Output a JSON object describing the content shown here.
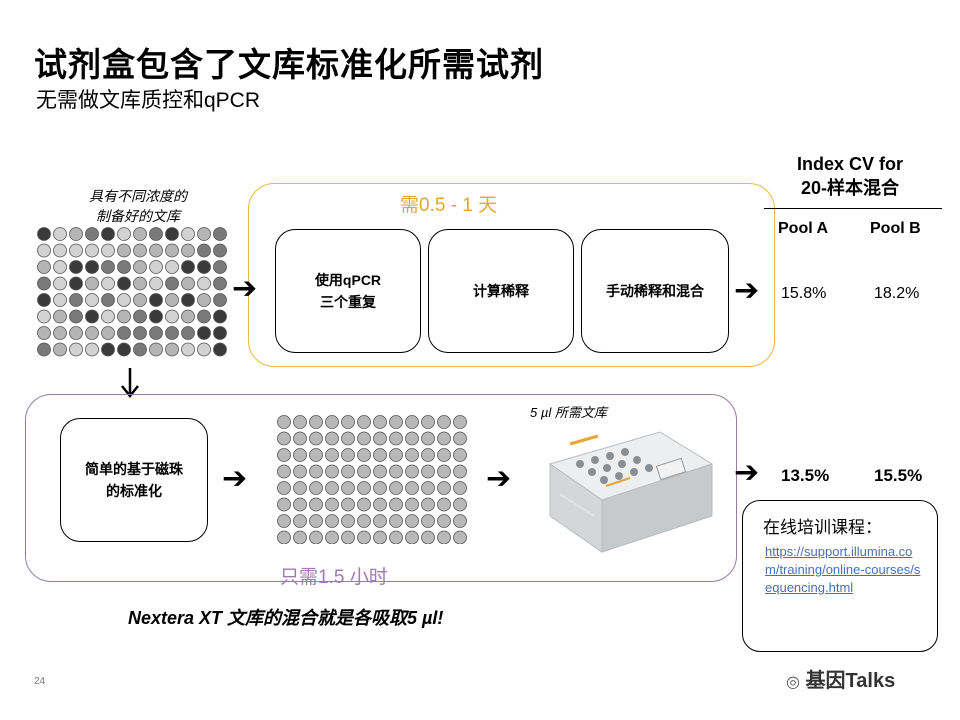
{
  "title": "试剂盒包含了文库标准化所需试剂",
  "subtitle": "无需做文库质控和qPCR",
  "source_label": [
    "具有不同浓度的",
    "制备好的文库"
  ],
  "top_flow": {
    "time": "需0.5 - 1 天",
    "steps": [
      "使用qPCR\n三个重复",
      "计算稀释",
      "手动稀释和混合"
    ]
  },
  "bottom_flow": {
    "time": "只需1.5 小时",
    "step": "简单的基于磁珠\n的标准化",
    "instrument_label": "5 µl 所需文库"
  },
  "cv": {
    "header": [
      "Index CV for",
      "20-样本混合"
    ],
    "pool_a_label": "Pool A",
    "pool_b_label": "Pool B",
    "top_row": [
      "15.8%",
      "18.2%"
    ],
    "bottom_row": [
      "13.5%",
      "15.5%"
    ]
  },
  "note": "Nextera XT 文库的混合就是各吸取5 µl!",
  "training": {
    "title": "在线培训课程：",
    "url": "https://support.illumina.com/training/online-courses/sequencing.html"
  },
  "page_number": "24",
  "logo_text": "基因Talks",
  "colors": {
    "top_box": "#e8b94a",
    "bottom_box": "#9b7aa8",
    "link": "#4a6fb0"
  }
}
